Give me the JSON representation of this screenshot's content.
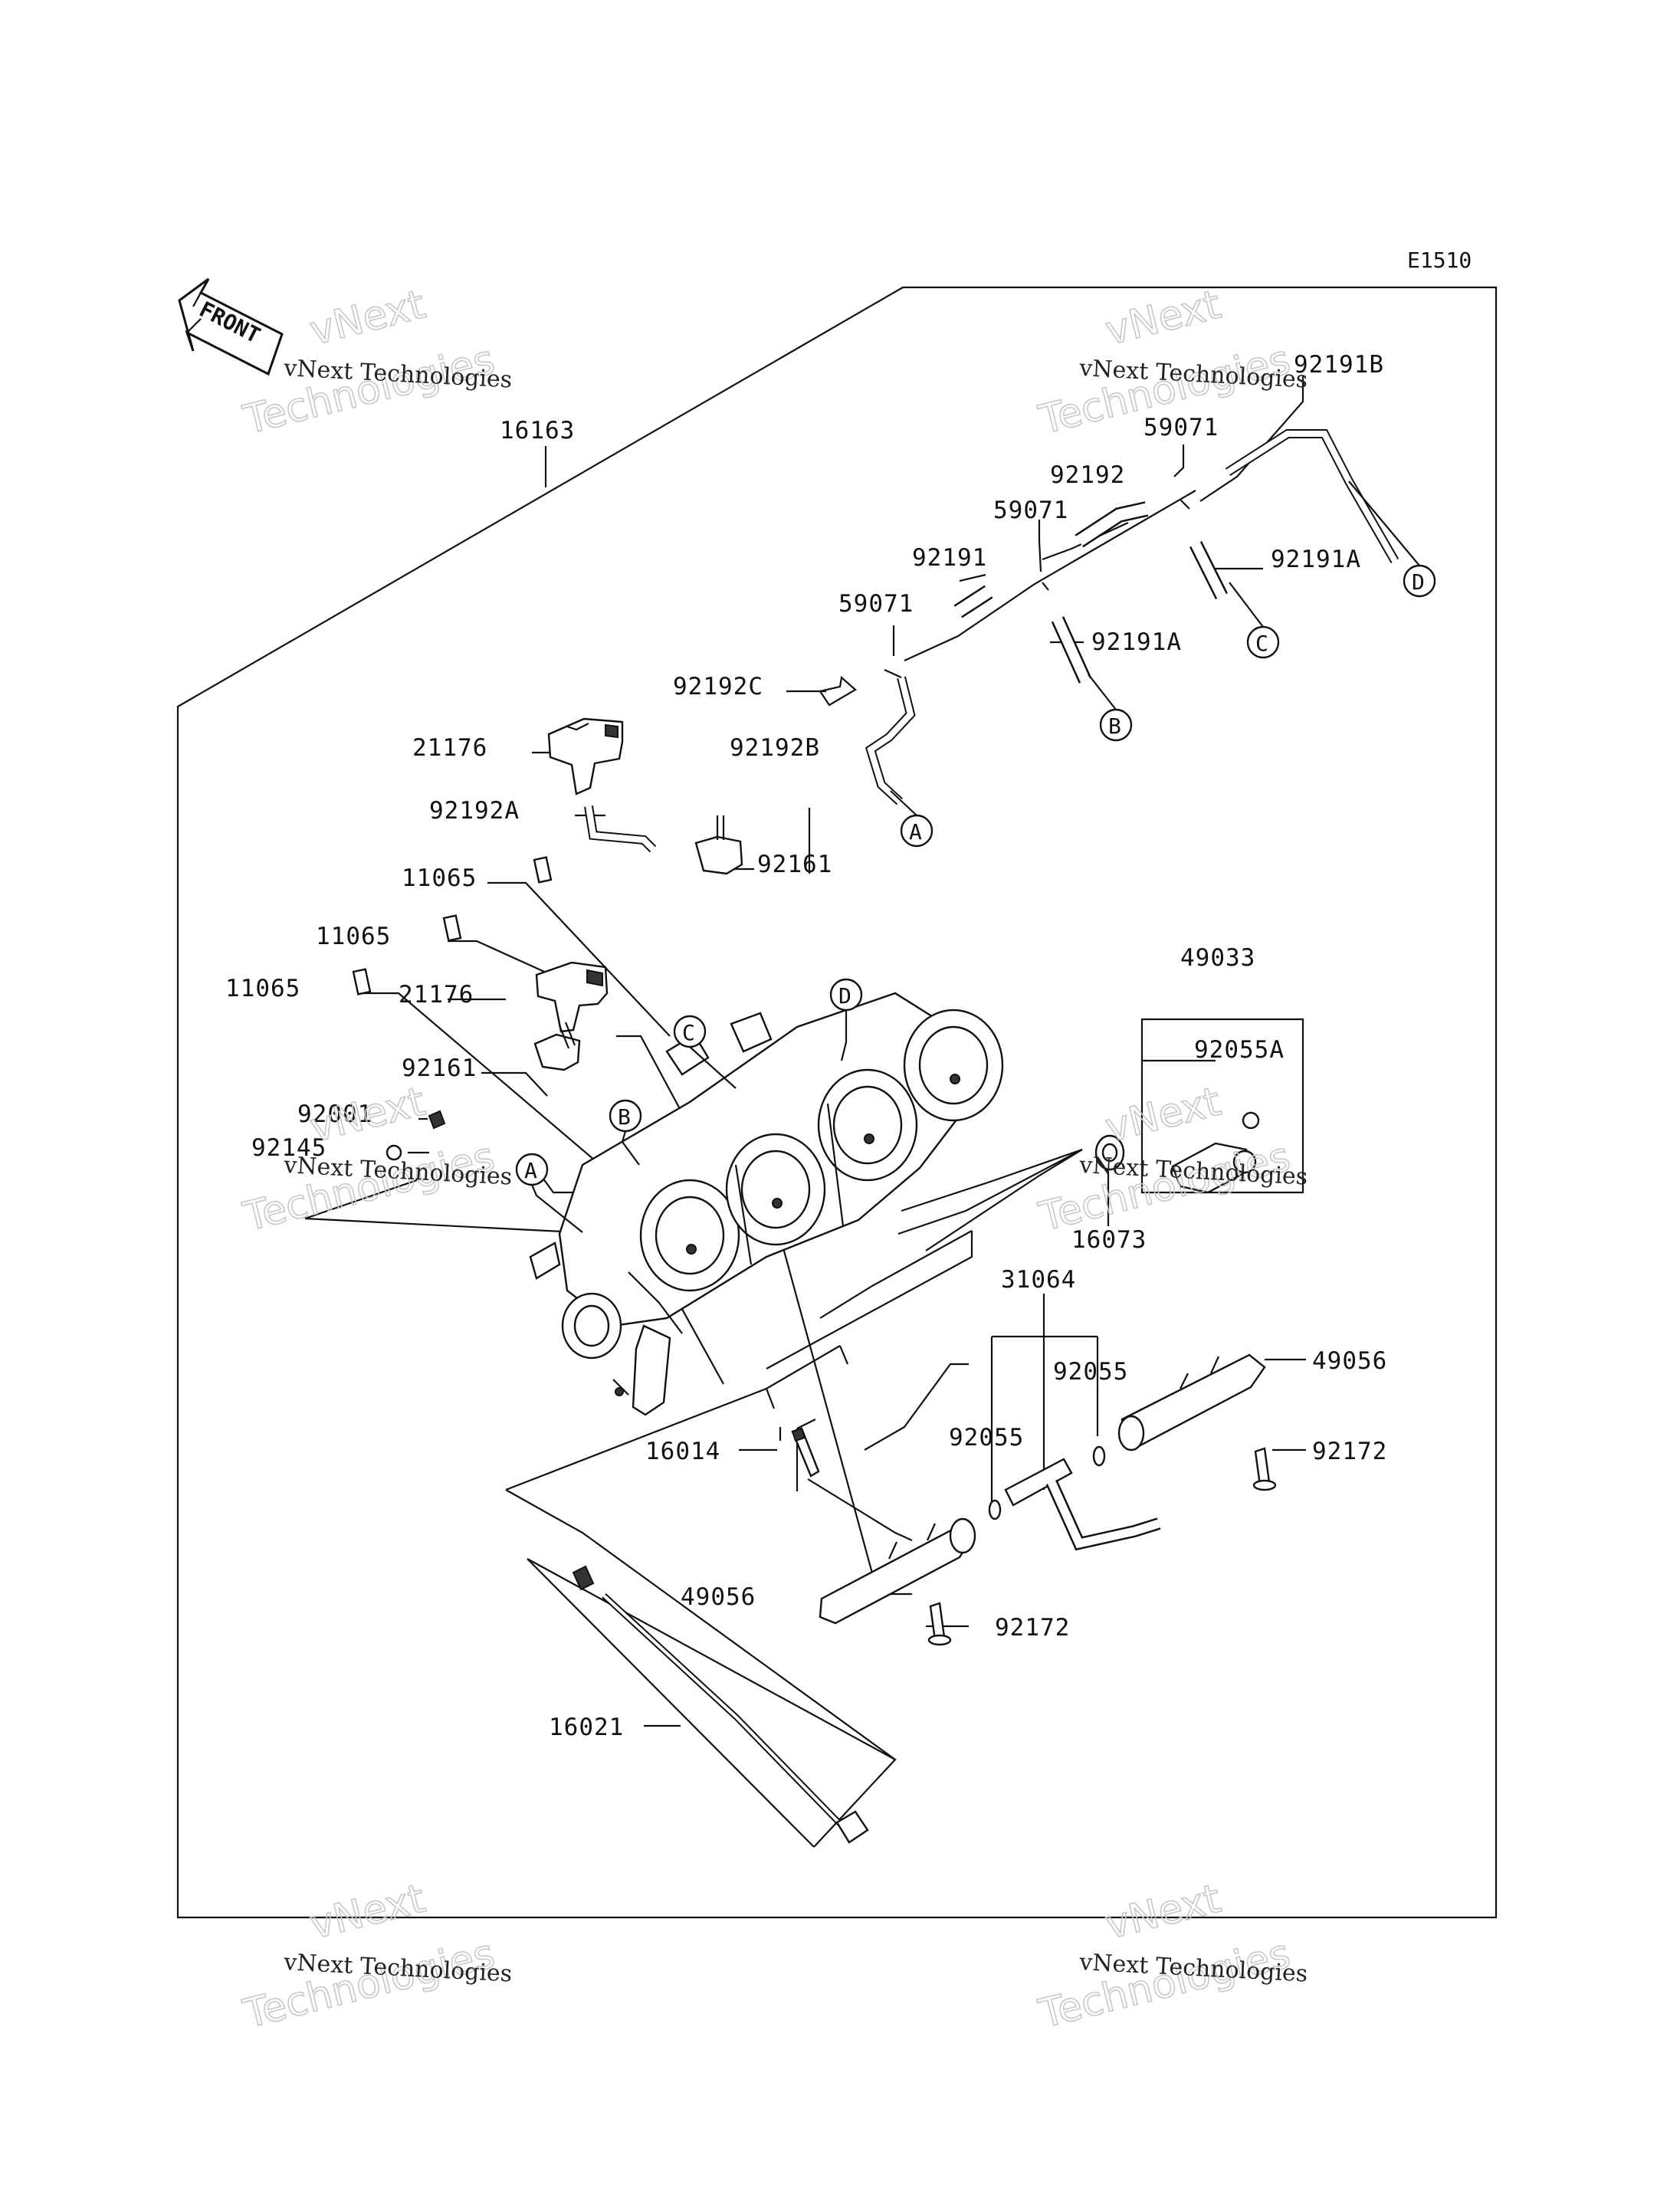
{
  "diagram": {
    "code": "E1510",
    "front_label": "FRONT",
    "watermark": {
      "line1": "vNext Technologies",
      "line2": "vNext",
      "line3": "Technologies"
    },
    "circle_labels": [
      "A",
      "B",
      "C",
      "D"
    ],
    "parts": {
      "p16163": "16163",
      "p92191B": "92191B",
      "p59071_a": "59071",
      "p92192": "92192",
      "p59071_b": "59071",
      "p92191": "92191",
      "p92191A_a": "92191A",
      "p59071_c": "59071",
      "p92191A_b": "92191A",
      "p92192C": "92192C",
      "p21176_a": "21176",
      "p92192B": "92192B",
      "p92192A": "92192A",
      "p92161_a": "92161",
      "p11065_a": "11065",
      "p11065_b": "11065",
      "p11065_c": "11065",
      "p21176_b": "21176",
      "p49033": "49033",
      "p92055A": "92055A",
      "p92161_b": "92161",
      "p92001": "92001",
      "p92145": "92145",
      "p16073": "16073",
      "p31064": "31064",
      "p92055_a": "92055",
      "p49056_a": "49056",
      "p92055_b": "92055",
      "p92172_a": "92172",
      "p16014": "16014",
      "p49056_b": "49056",
      "p92172_b": "92172",
      "p16021": "16021"
    }
  }
}
